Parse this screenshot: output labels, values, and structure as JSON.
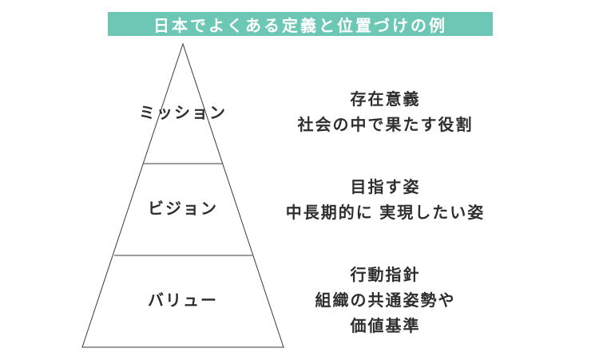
{
  "banner": {
    "title": "日本でよくある定義と位置づけの例",
    "bg_color": "#6cc7b5",
    "text_color": "#ffffff"
  },
  "pyramid": {
    "stroke_color": "#3a3a3a",
    "levels": [
      {
        "label": "ミッション",
        "description_lines": [
          "存在意義",
          "社会の中で果たす役割"
        ]
      },
      {
        "label": "ビジョン",
        "description_lines": [
          "目指す姿",
          "中長期的に 実現したい姿"
        ]
      },
      {
        "label": "バリュー",
        "description_lines": [
          "行動指針",
          "組織の共通姿勢や",
          "価値基準"
        ]
      }
    ]
  }
}
